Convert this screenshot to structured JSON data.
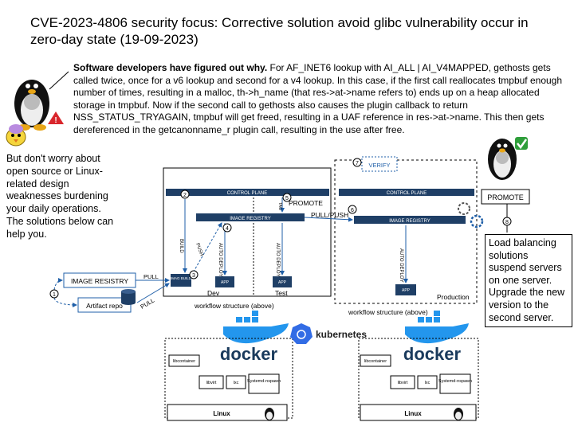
{
  "title": "CVE-2023-4806 security focus: Corrective solution avoid glibc vulnerability occur in zero-day state (19-09-2023)",
  "intro": {
    "bold": "Software developers have figured out why.",
    "text": " For AF_INET6 lookup with AI_ALL | AI_V4MAPPED, gethosts gets called twice, once for a v6 lookup and second for a v4 lookup.  In this case, if the first call reallocates tmpbuf enough number of times, resulting in a malloc, th->h_name (that res->at->name refers to) ends up on a heap allocated storage in tmpbuf. Now if the second call to gethosts also causes the plugin callback to return NSS_STATUS_TRYAGAIN, tmpbuf will get freed, resulting in a UAF reference in res->at->name.  This then gets dereferenced in the getcanonname_r plugin call, resulting in the use after free."
  },
  "left_note": "But don't worry about open source or Linux-related design weaknesses burdening your daily operations. The solutions below can help you.",
  "right_note": "Load balancing solutions suspend servers on one server. Upgrade the new version to the second server.",
  "diagram": {
    "verify": "VERIFY",
    "promote_box": "PROMOTE",
    "control_plane": "CONTROL PLANE",
    "image_registry_upper": "IMAGE REGISTRY",
    "image_registry_left": "IMAGE RESISTRY",
    "artifact_repo": "Artifact repo",
    "image_build": "IMAG BUILD",
    "app": "APP",
    "dev": "Dev",
    "test": "Test",
    "production": "Production",
    "promote_label": "PROMOTE",
    "pull_push": "PULL/PUSH",
    "pull": "PULL",
    "build": "BUILD",
    "push": "PUSH",
    "auto_deploy": "AUTO DEPLOY",
    "tag": "TAG",
    "workflow": "workflow structure (above)",
    "kubernetes": "kubernetes",
    "docker": "docker",
    "libcontainer": "libcontainer",
    "libvirt": "libvirt",
    "lxc": "lxc",
    "systemd": "Systemd-nspawn",
    "linux": "Linux",
    "steps": [
      "1",
      "2",
      "3",
      "4",
      "5",
      "6",
      "7",
      "8"
    ]
  },
  "colors": {
    "dark_bar": "#1f3f66",
    "k8s_blue": "#326ce5",
    "docker_blue": "#2396ed",
    "check_green": "#2e9e3a",
    "warning_red": "#d9262c"
  }
}
